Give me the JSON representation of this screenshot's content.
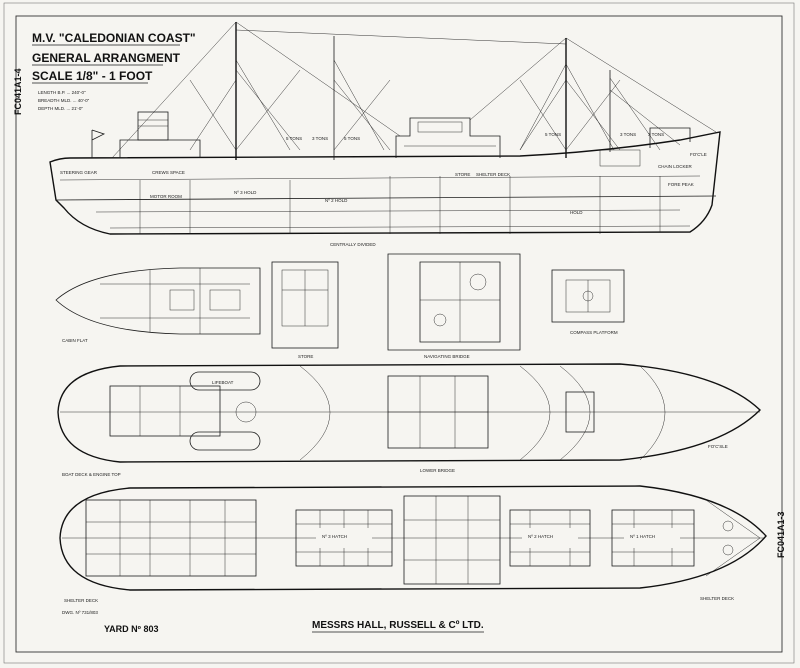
{
  "title_block": {
    "vessel": "M.V. \"CALEDONIAN COAST\"",
    "drawing": "GENERAL ARRANGMENT",
    "scale": "SCALE 1/8\" - 1 FOOT",
    "particulars": [
      "LENGTH B.P. ... 240'-0\"",
      "BREADTH MLD. ... 40'-0\"",
      "DEPTH MLD. ... 21'-0\""
    ]
  },
  "stamp_left": "FC041A1-4",
  "stamp_right": "FC041A1-3",
  "yard_no": "YARD Nº 803",
  "builder": "MESSRS HALL, RUSSELL & Cº LTD.",
  "drawing_no": "DWG. Nº 731/803",
  "profile": {
    "labels": [
      "STEERING GEAR",
      "CREWS SPACE",
      "MOTOR ROOM",
      "Nº 3 HOLD",
      "Nº 2 HOLD",
      "STORE",
      "SHELTER DECK",
      "CHAIN LOCKER",
      "FORE PEAK",
      "HOLD",
      "FO'C'LE"
    ],
    "bottom_note": "CENTRALLY DIVIDED",
    "tonnage": [
      "5 TONS",
      "3 TONS",
      "5 TONS",
      "5 TONS",
      "3 TONS",
      "3 TONS"
    ]
  },
  "plans": {
    "cabin_flat": "CABIN FLAT",
    "stores": "STORE",
    "navigating_bridge": "NAVIGATING BRIDGE",
    "compass_platform": "COMPASS PLATFORM",
    "boat_deck": "BOAT DECK & ENGINE TOP",
    "lower_bridge": "LOWER BRIDGE",
    "fcsle": "FO'C'SLE",
    "lifeboat": "LIFEBOAT",
    "shelter_deck_aft": "SHELTER DECK",
    "shelter_deck_fwd": "SHELTER DECK",
    "hatches": [
      "Nº 3 HATCH",
      "Nº 2 HATCH",
      "Nº 1 HATCH"
    ]
  }
}
